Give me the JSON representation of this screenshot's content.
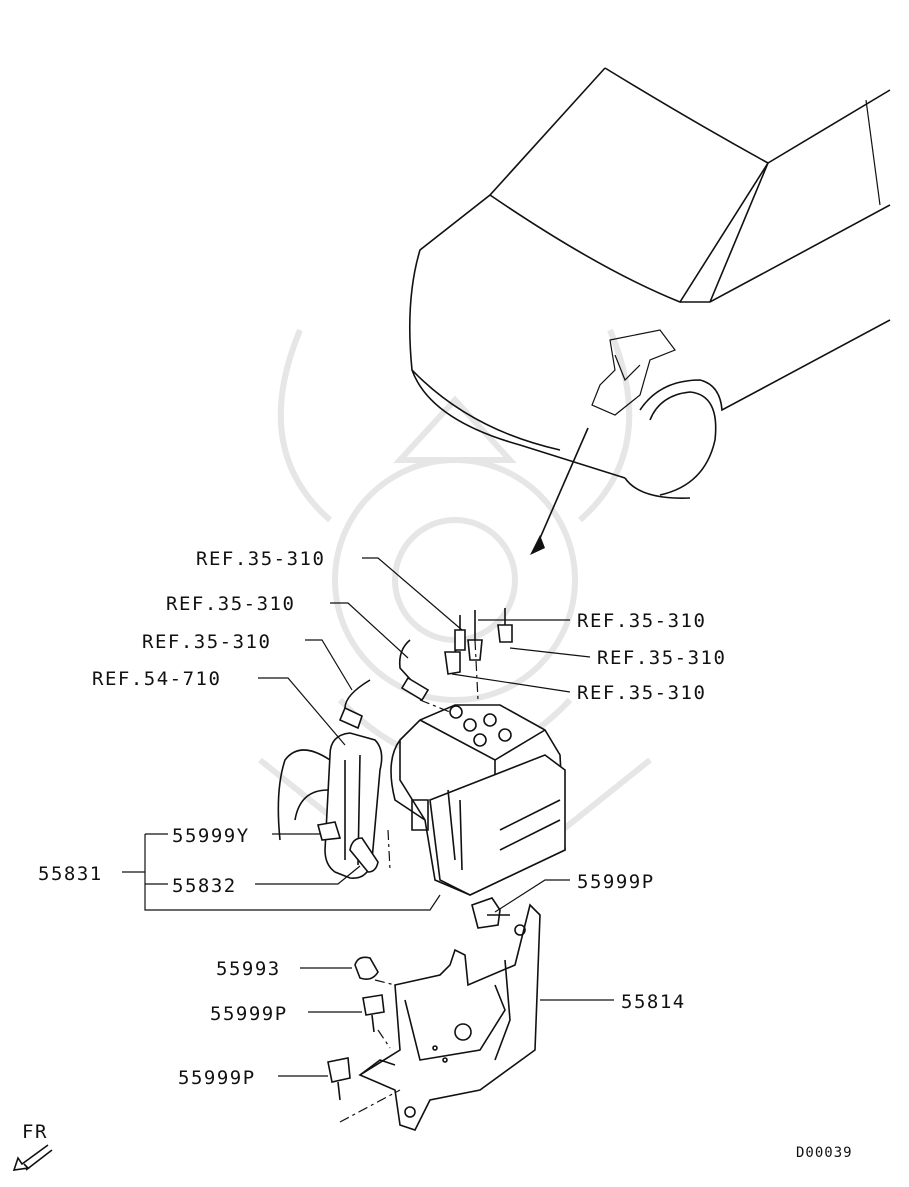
{
  "diagram": {
    "labels": {
      "ref_35_310_a": "REF.35-310",
      "ref_35_310_b": "REF.35-310",
      "ref_35_310_c": "REF.35-310",
      "ref_35_310_d": "REF.35-310",
      "ref_35_310_e": "REF.35-310",
      "ref_35_310_f": "REF.35-310",
      "ref_54_710": "REF.54-710",
      "p55999y": "55999Y",
      "p55831": "55831",
      "p55832": "55832",
      "p55999p_a": "55999P",
      "p55993": "55993",
      "p55999p_b": "55999P",
      "p55814": "55814",
      "p55999p_c": "55999P"
    },
    "direction_label": "FR",
    "drawing_code": "D00039"
  }
}
